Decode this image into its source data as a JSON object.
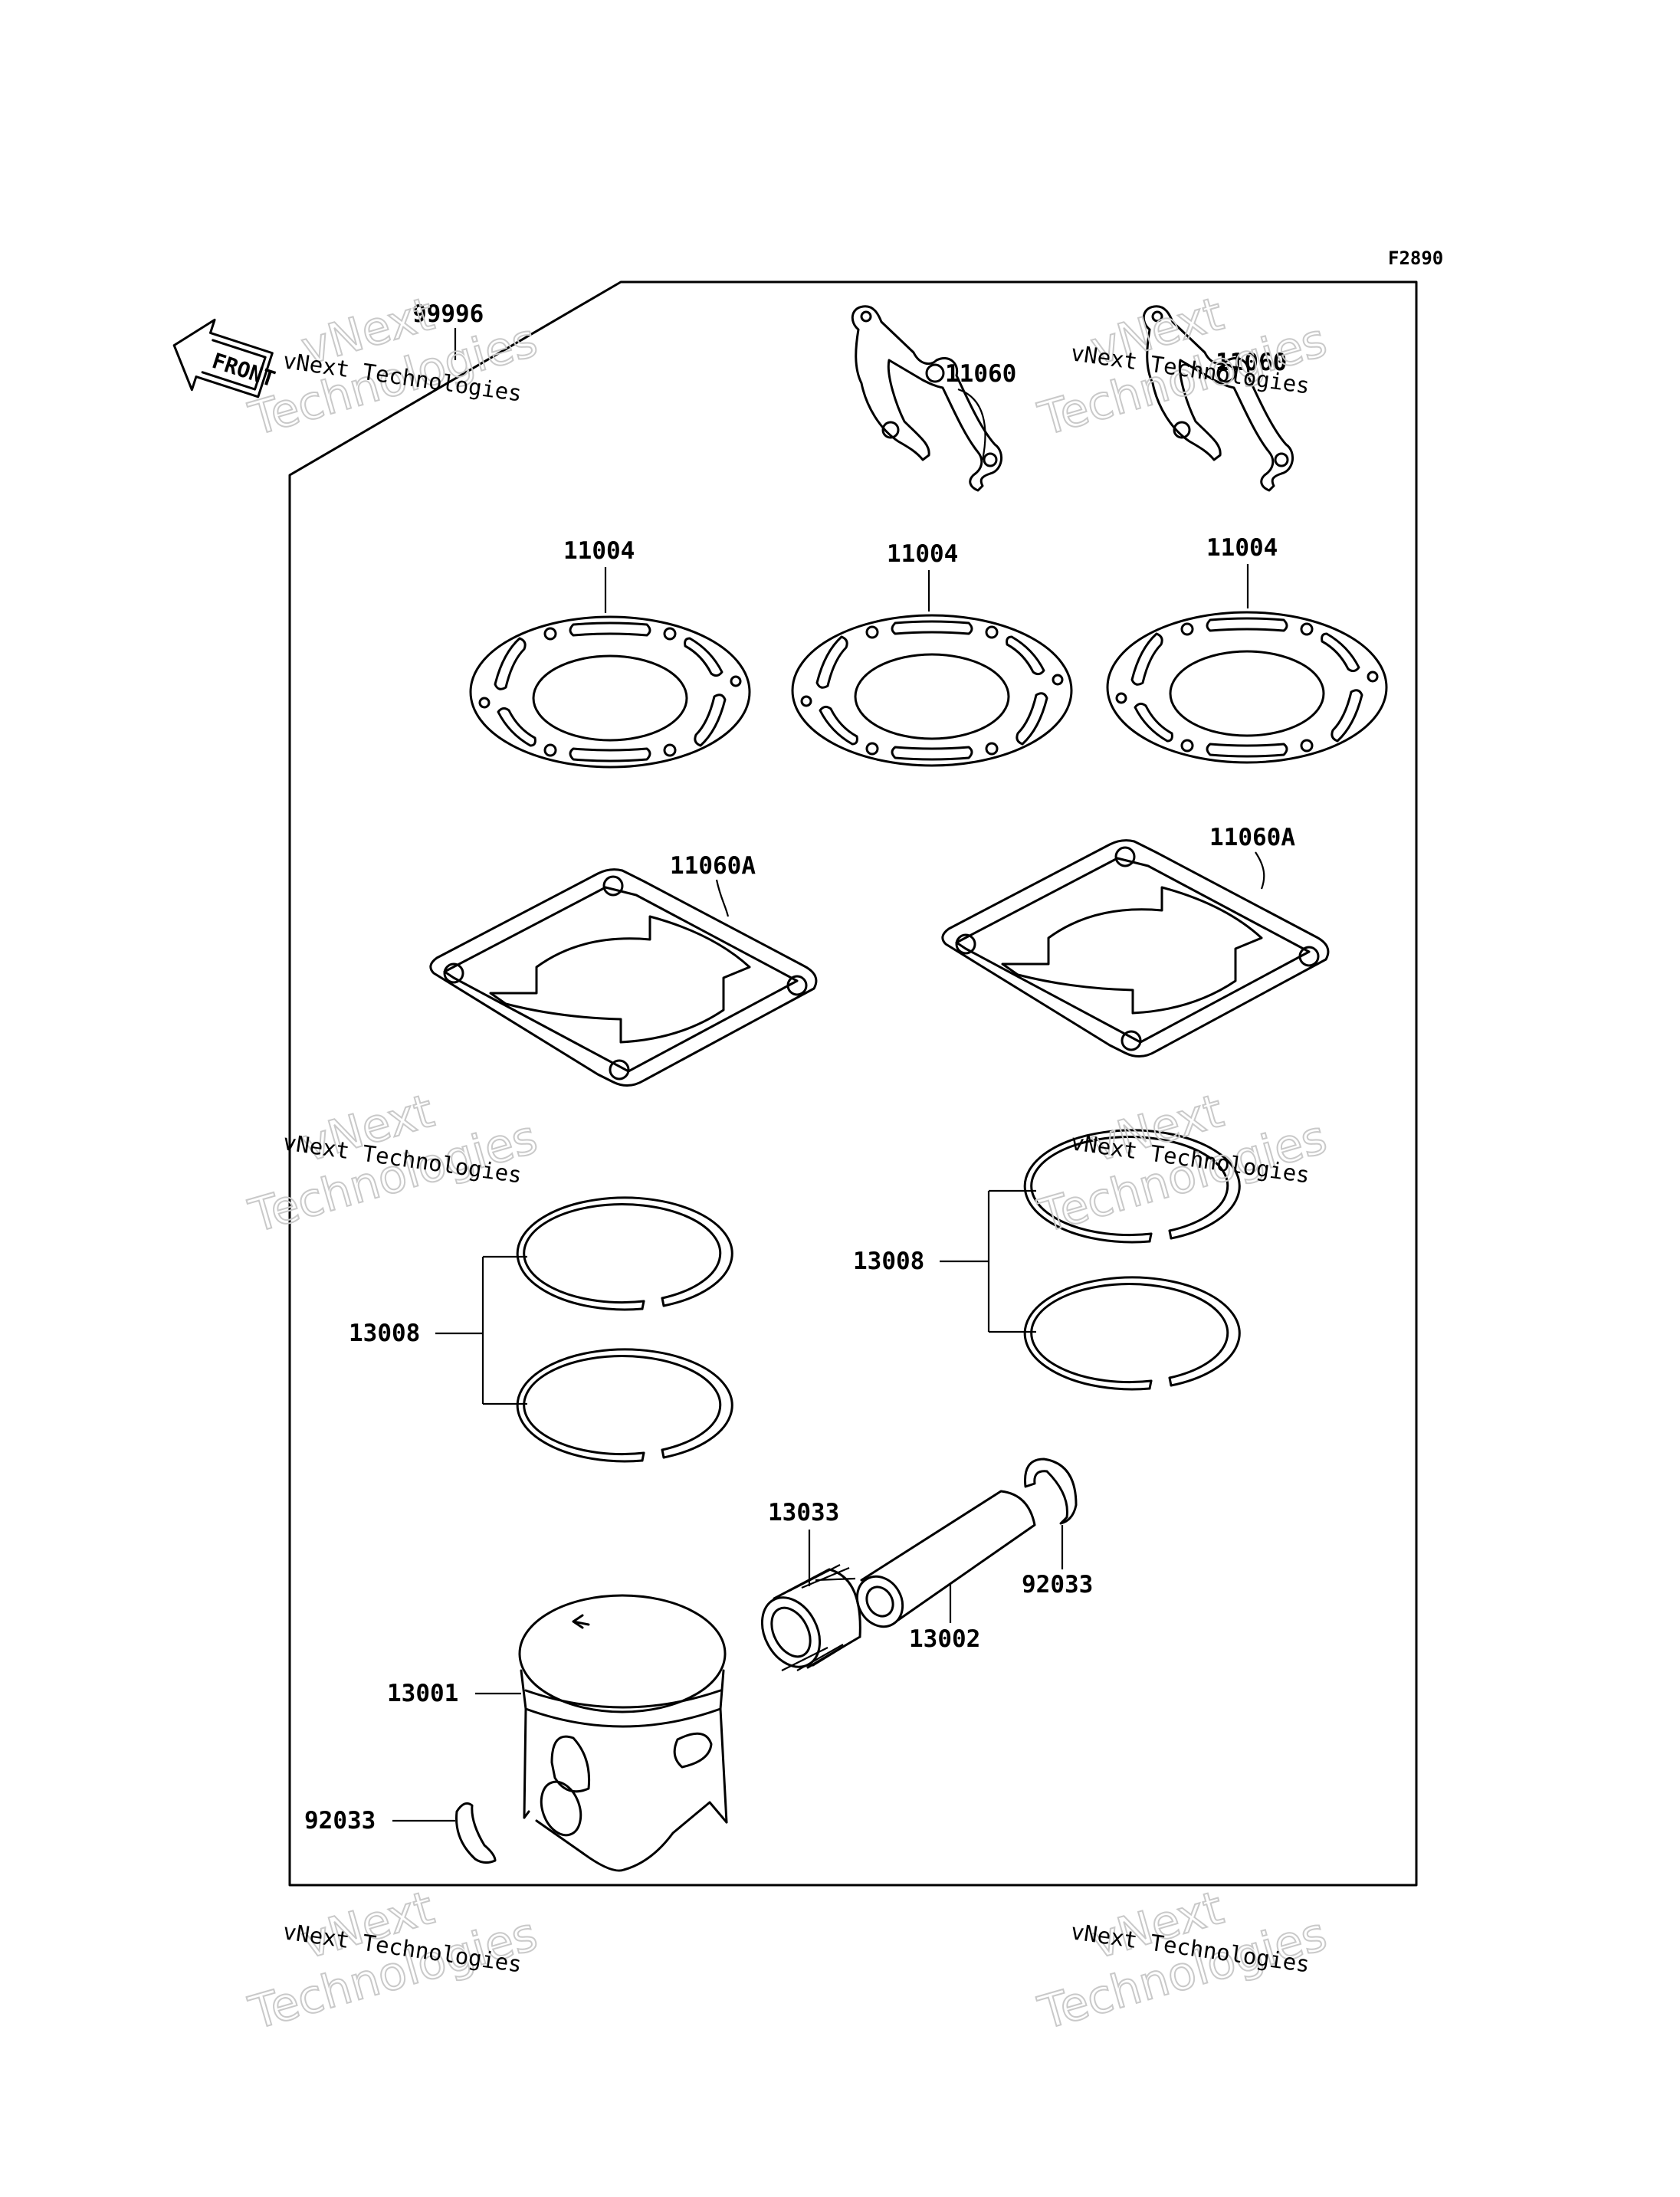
{
  "figure_code": "F2890",
  "front_arrow_label": "FRONT",
  "parts": {
    "gasket_kit": "99996",
    "gasket_crankcase_left": "11060",
    "gasket_crankcase_right": "11060",
    "head_gasket_1": "11004",
    "head_gasket_2": "11004",
    "head_gasket_3": "11004",
    "base_gasket_left": "11060A",
    "base_gasket_right": "11060A",
    "ring_set_left": "13008",
    "ring_set_right": "13008",
    "needle_bearing": "13033",
    "piston_pin": "13002",
    "snap_ring_right": "92033",
    "piston": "13001",
    "snap_ring_left": "92033"
  },
  "watermark": {
    "line_small": "vNext Technologies",
    "big_top": "vNext",
    "big_bottom": "Technologies"
  }
}
